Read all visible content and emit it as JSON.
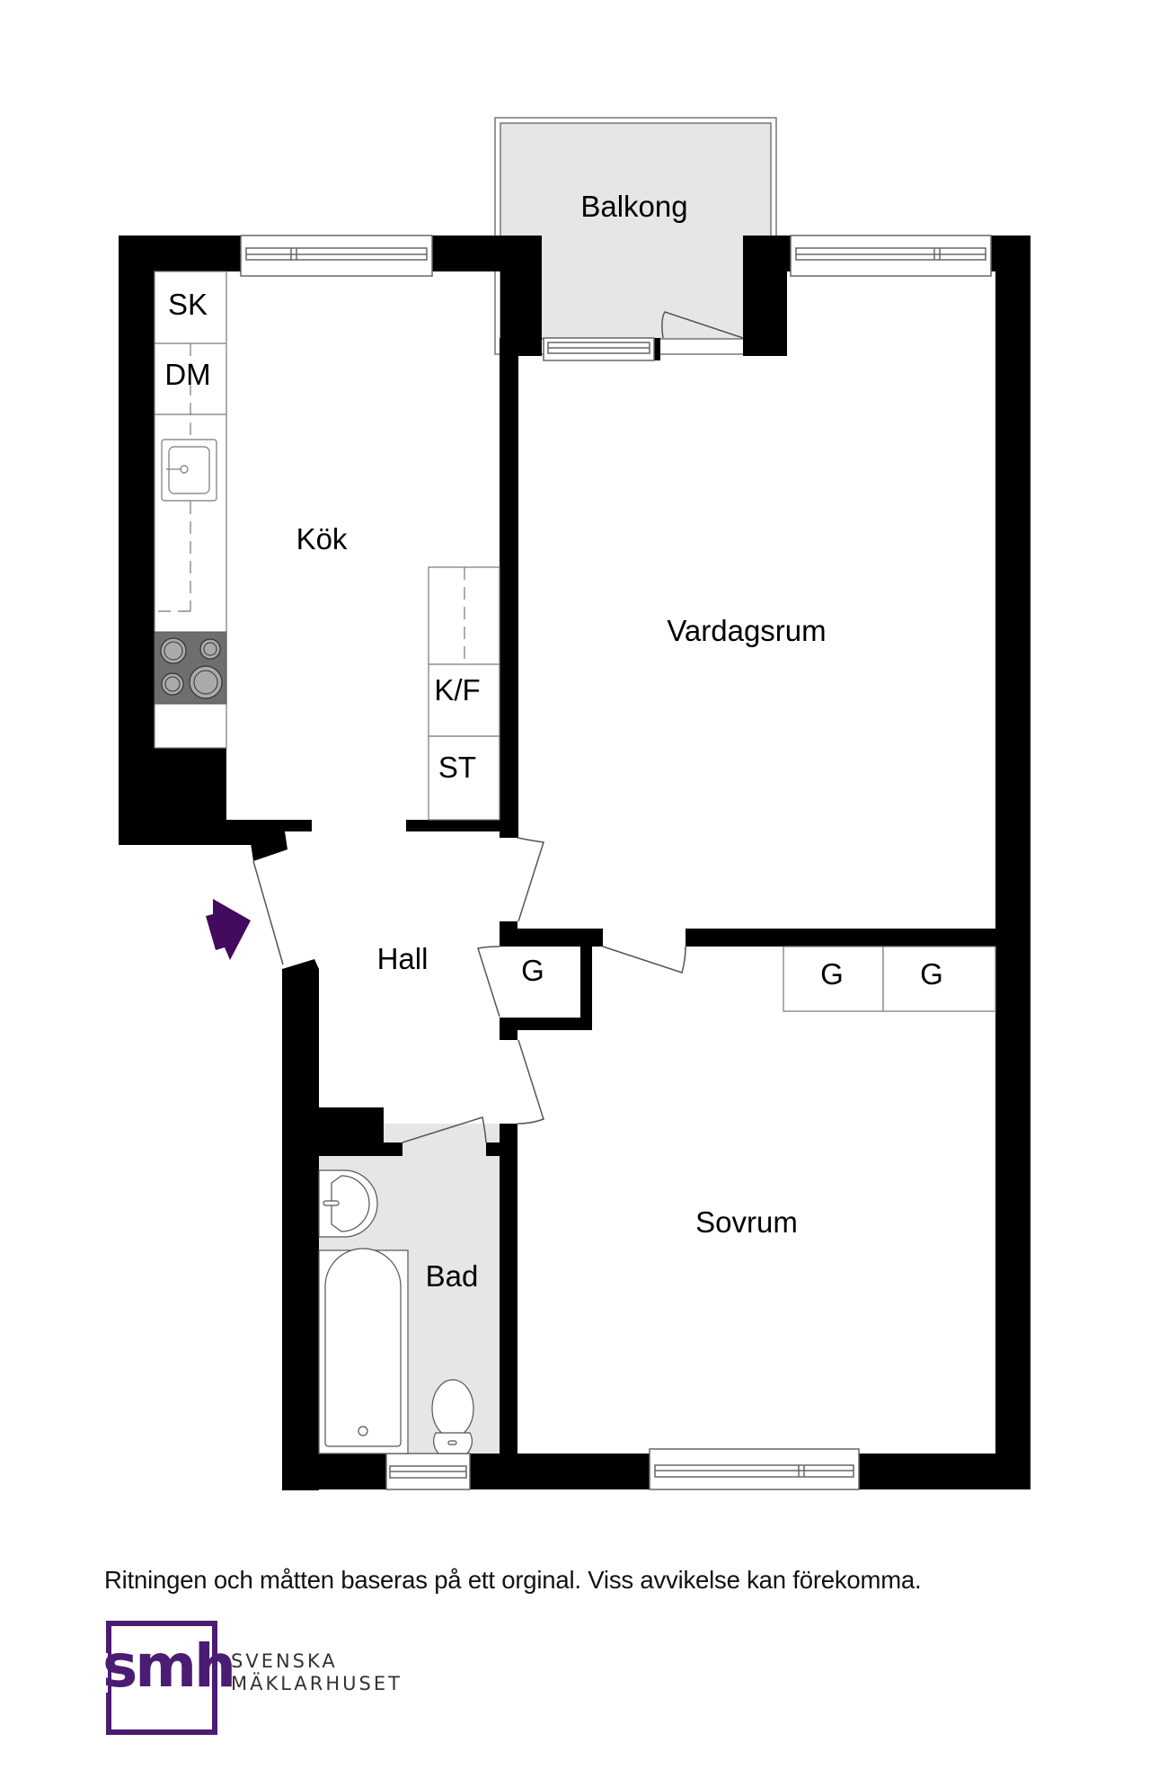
{
  "floorplan": {
    "rooms": {
      "balkong": "Balkong",
      "kok": "Kök",
      "vardagsrum": "Vardagsrum",
      "hall": "Hall",
      "bad": "Bad",
      "sovrum": "Sovrum"
    },
    "fixtures": {
      "skafferi": "SK",
      "diskmaskin": "DM",
      "kyl_frys": "K/F",
      "stadskap": "ST",
      "garderob_hall": "G",
      "garderob_sovrum_1": "G",
      "garderob_sovrum_2": "G"
    },
    "entrance_icon": "entrance-arrow-icon",
    "colors": {
      "wall": "#000000",
      "wet_area": "#e6e6e6",
      "entrance_arrow": "#430a5d",
      "stove": "#6e6e6e"
    }
  },
  "footer": {
    "disclaimer": "Ritningen och måtten baseras på ett orginal. Viss avvikelse kan förekomma.",
    "logo": {
      "mark": "smh",
      "line1": "SVENSKA",
      "line2": "MÄKLARHUSET",
      "color": "#4b1c72"
    }
  }
}
